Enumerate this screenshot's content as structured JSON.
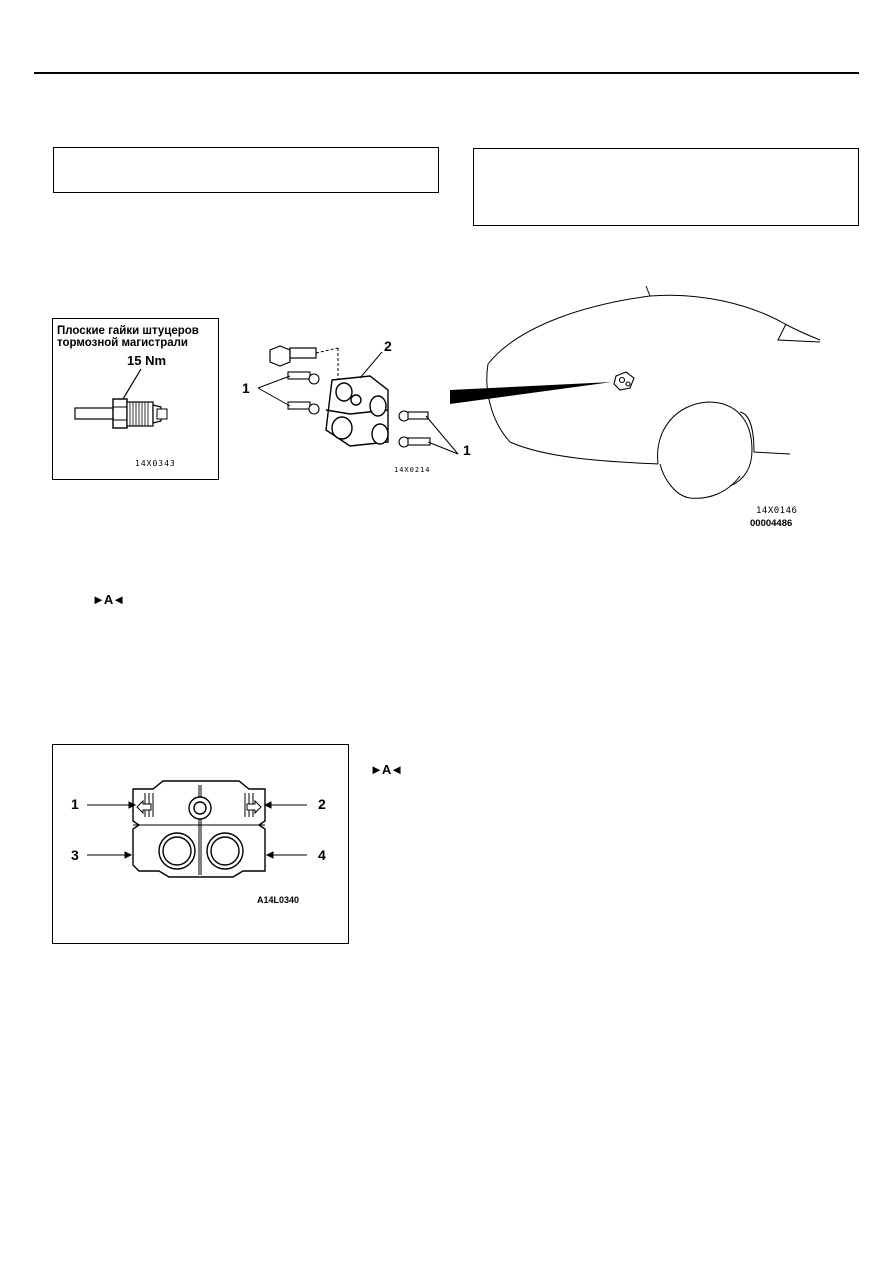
{
  "inset1": {
    "caption_line1": "Плоские гайки штуцеров",
    "caption_line2": "тормозной магистрали",
    "torque": "15 Nm",
    "code": "14X0343"
  },
  "exploded": {
    "label_1a": "1",
    "label_1b": "1",
    "label_2": "2",
    "code": "14X0214"
  },
  "vehicle": {
    "code1": "14X0146",
    "code2": "00004486"
  },
  "marker_a": "►A◄",
  "valve_diagram": {
    "label_1": "1",
    "label_2": "2",
    "label_3": "3",
    "label_4": "4",
    "code": "A14L0340"
  },
  "marker_b": "►A◄"
}
